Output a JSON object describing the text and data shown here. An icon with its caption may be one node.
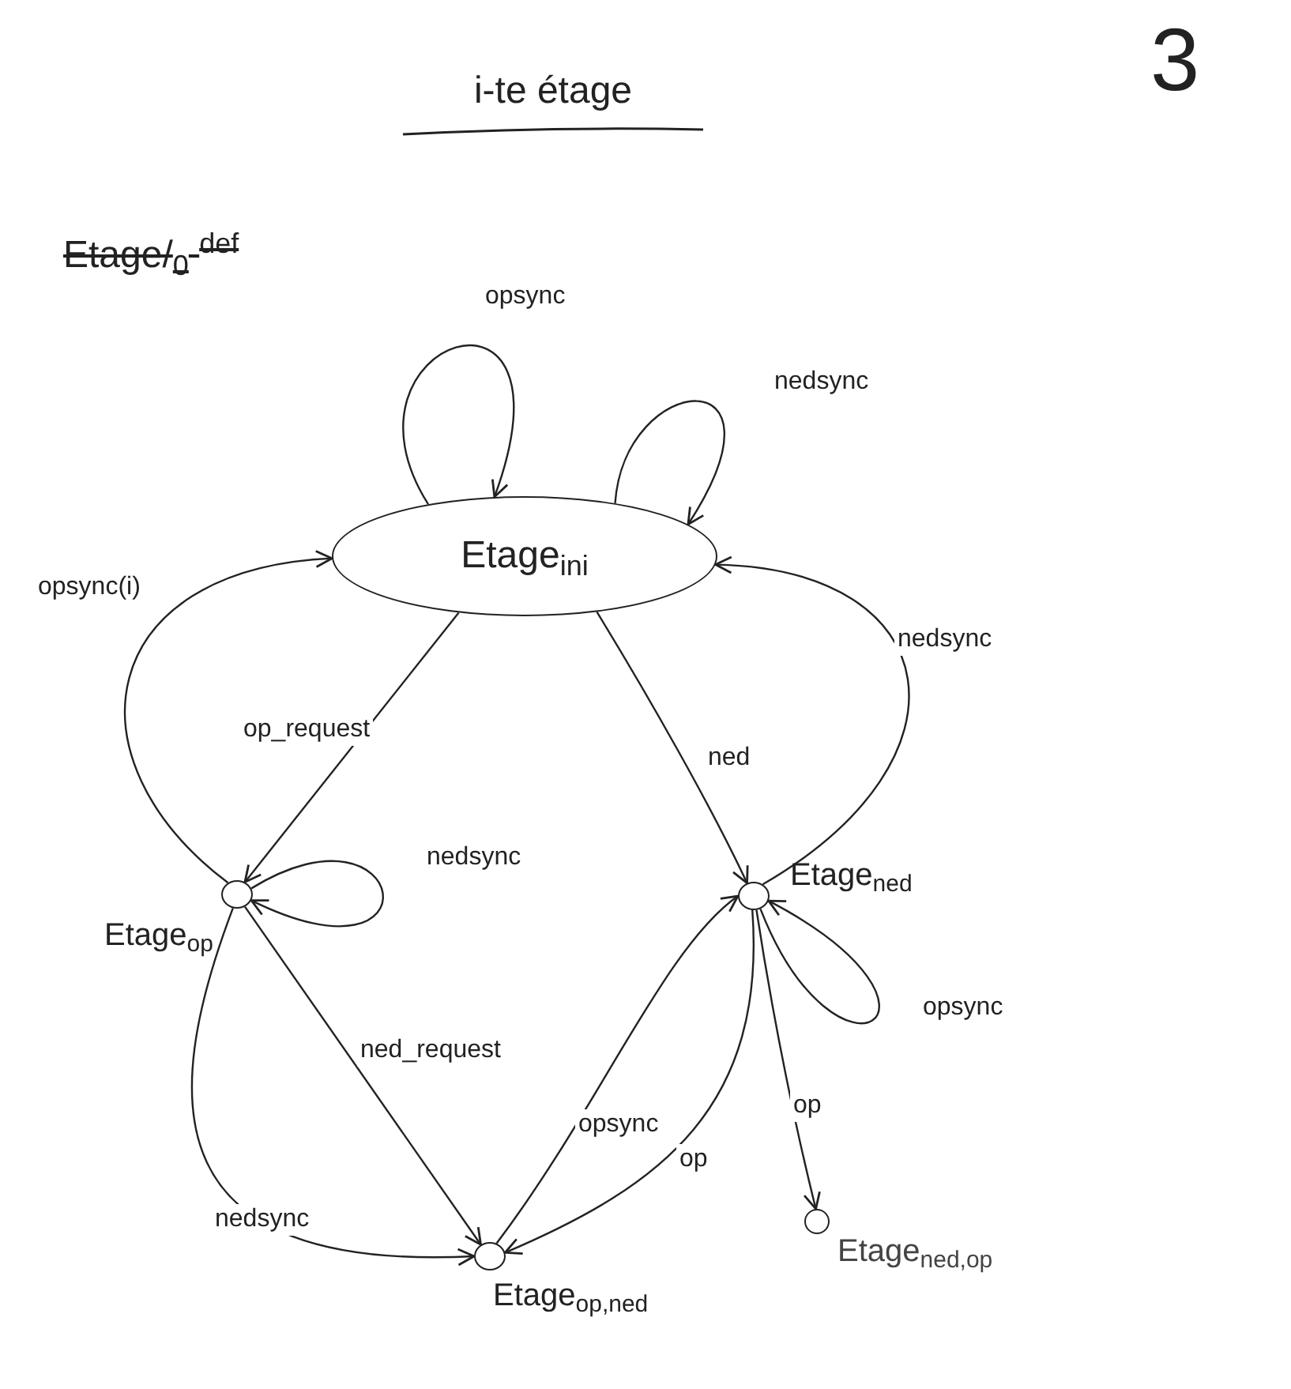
{
  "diagram": {
    "title": "i-te étage",
    "nodes": [
      {
        "text": [
          "Etage$_{ini}$"
        ]
      },
      {
        "text": [],
        "shape": "circle",
        "beside": [
          "Etage$_{op}$"
        ]
      },
      {
        "text": [],
        "shape": "circle",
        "beside": [
          "Etage$_{ned}$"
        ]
      },
      {
        "text": [],
        "shape": "circle",
        "beside": [
          "Etage$_{op,ned}$"
        ]
      },
      {
        "text": [],
        "shape": "circle",
        "beside": [
          "Etage$_{ned,op}$"
        ]
      }
    ],
    "edges": [
      {
        "from": 0,
        "to": 0,
        "arrow": "to",
        "label": "opsync"
      },
      {
        "from": 0,
        "to": 0,
        "arrow": "to",
        "label": "nedsync"
      },
      {
        "from": 1,
        "to": 0,
        "arrow": "to",
        "label": "opsync(i)"
      },
      {
        "from": 0,
        "to": 1,
        "arrow": "to",
        "label": "op_request"
      },
      {
        "from": 1,
        "to": 1,
        "arrow": "to",
        "label": "nedsync"
      },
      {
        "from": 0,
        "to": 2,
        "arrow": "to",
        "label": "ned"
      },
      {
        "from": 2,
        "to": 0,
        "arrow": "to",
        "label": "nedsync"
      },
      {
        "from": 2,
        "to": 2,
        "arrow": "to",
        "label": "opsync"
      },
      {
        "from": 1,
        "to": 3,
        "arrow": "to",
        "label": "ned_request"
      },
      {
        "from": 1,
        "to": 3,
        "arrow": "to",
        "label": "nedsync"
      },
      {
        "from": 3,
        "to": 2,
        "arrow": "to",
        "label": "opsync"
      },
      {
        "from": 2,
        "to": 3,
        "arrow": "to",
        "label": "op"
      },
      {
        "from": 2,
        "to": 4,
        "arrow": "to",
        "label": "op"
      }
    ],
    "labels": [
      "3",
      "Etage/$_{0}$ $^{def}$"
    ]
  }
}
